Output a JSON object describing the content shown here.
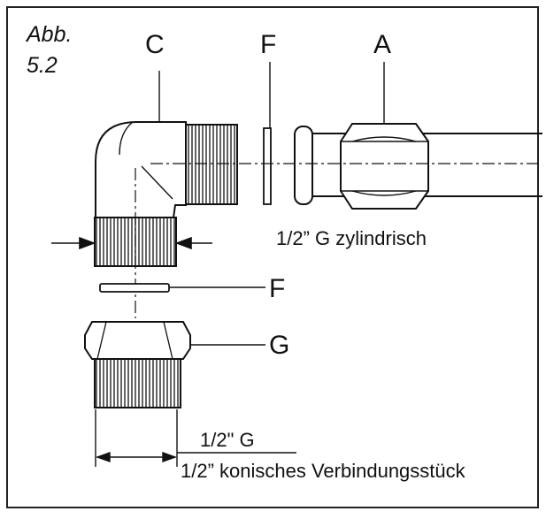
{
  "figure": {
    "caption_line1": "Abb.",
    "caption_line2": "5.2",
    "labels": {
      "C": "C",
      "F_top": "F",
      "A": "A",
      "F_mid": "F",
      "G": "G"
    },
    "thread_top": "1/2” G zylindrisch",
    "thread_bottom": "1/2\" G",
    "connector_note": "1/2” konisches Verbindungsstück"
  },
  "colors": {
    "ink": "#111111",
    "background": "#ffffff"
  }
}
